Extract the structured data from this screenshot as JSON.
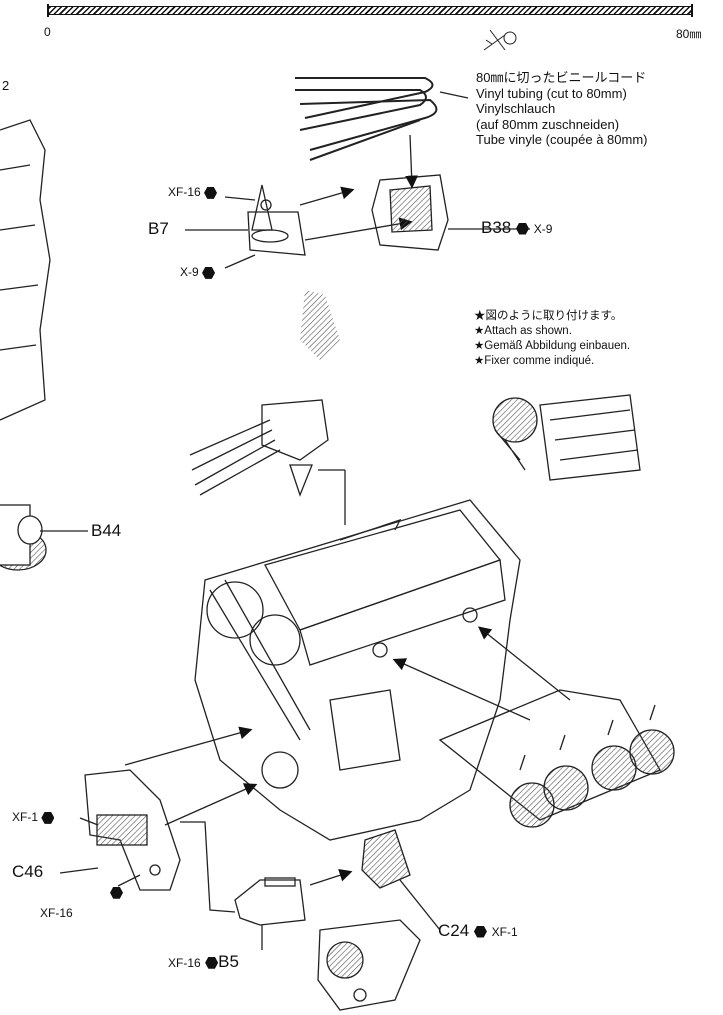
{
  "ruler": {
    "start_label": "0",
    "end_label": "80㎜"
  },
  "step_number": "2",
  "tubing_note": {
    "jp": "80㎜に切ったビニールコード",
    "en": "Vinyl tubing (cut to 80mm)",
    "de1": "Vinylschlauch",
    "de2": "(auf 80mm zuschneiden)",
    "fr": "Tube vinyle (coupée à 80mm)"
  },
  "parts": {
    "b7": "B7",
    "b38": "B38",
    "b44": "B44",
    "c46": "C46",
    "c24": "C24",
    "b5": "B5"
  },
  "paints": {
    "xf16_top": "XF-16",
    "x9_left": "X-9",
    "x9_b38": "X-9",
    "xf1_left": "XF-1",
    "xf16_left": "XF-16",
    "xf1_c24": "XF-1",
    "xf16_b5": "XF-16"
  },
  "attach_note": {
    "jp": "★図のように取り付けます。",
    "en": "★Attach as shown.",
    "de": "★Gemäß Abbildung einbauen.",
    "fr": "★Fixer comme indiqué."
  }
}
